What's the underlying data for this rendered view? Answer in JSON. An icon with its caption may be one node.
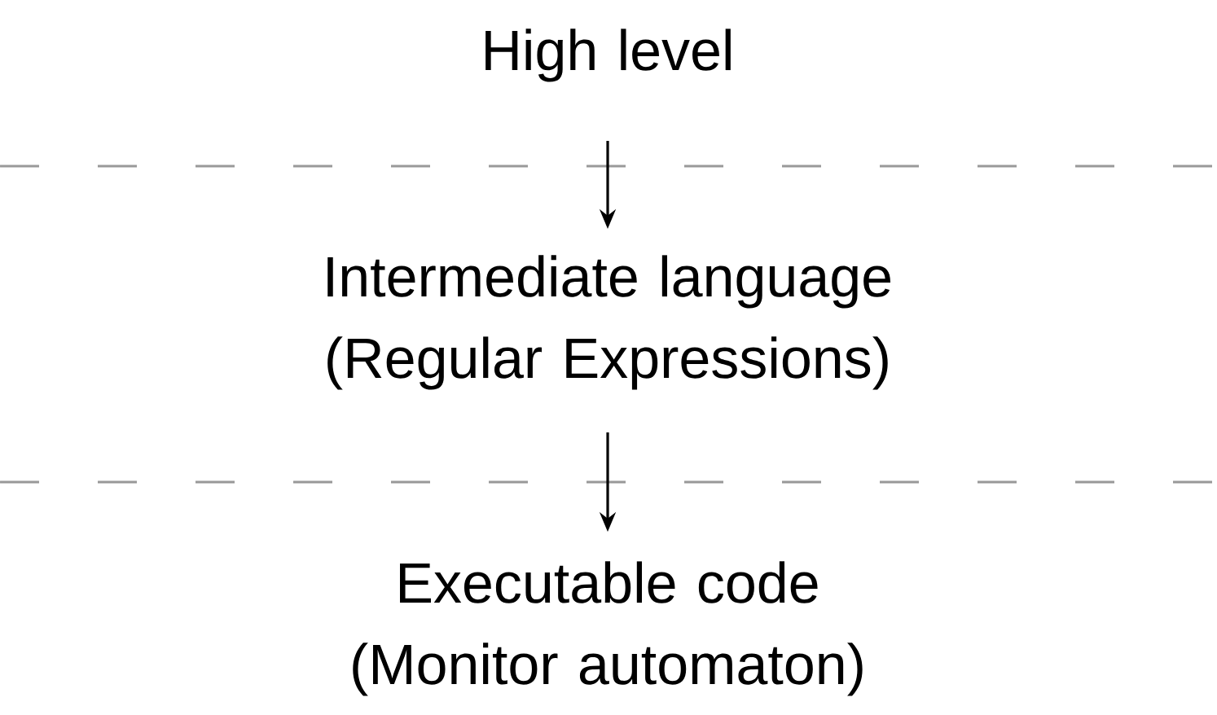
{
  "diagram": {
    "nodes": [
      {
        "text": [
          "High level"
        ]
      },
      {
        "text": [
          "Intermediate language (Regular Expressions)"
        ]
      },
      {
        "text": [
          "Executable code (Monitor automaton)"
        ]
      }
    ],
    "edges": [
      {
        "from": 0,
        "to": 1,
        "arrow": "to"
      },
      {
        "from": 1,
        "to": 2,
        "arrow": "to"
      }
    ]
  }
}
